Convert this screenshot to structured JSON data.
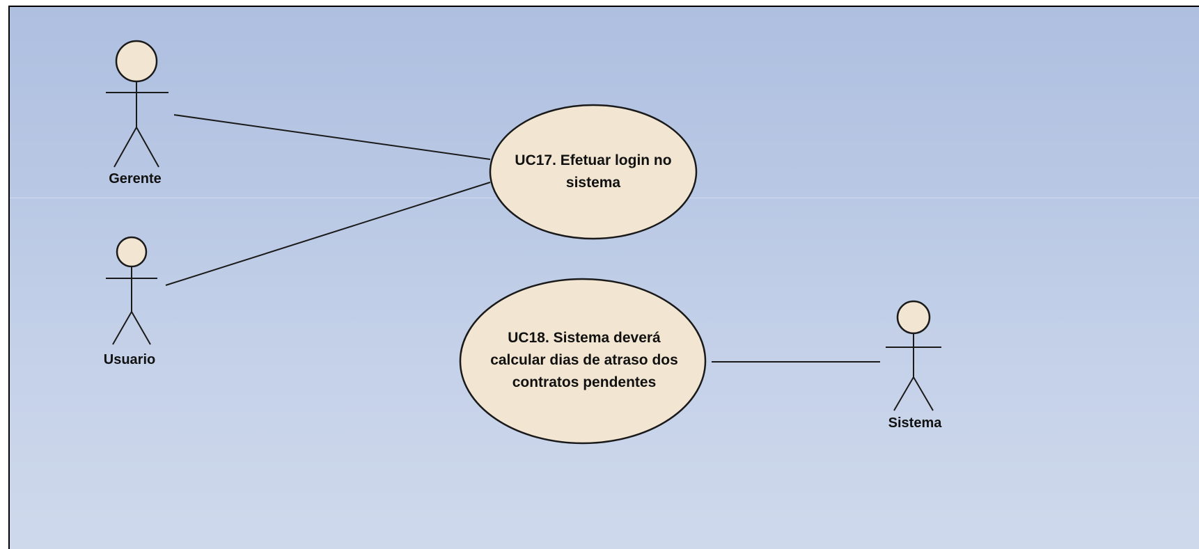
{
  "diagram": {
    "actors": [
      {
        "id": "gerente",
        "name": "Gerente"
      },
      {
        "id": "usuario",
        "name": "Usuario"
      },
      {
        "id": "sistema",
        "name": "Sistema"
      }
    ],
    "use_cases": [
      {
        "id": "uc17",
        "line1": "UC17. Efetuar login no",
        "line2": "sistema"
      },
      {
        "id": "uc18",
        "line1": "UC18. Sistema deverá",
        "line2": "calcular dias de atraso dos",
        "line3": "contratos pendentes"
      }
    ],
    "associations": [
      {
        "from": "gerente",
        "to": "uc17"
      },
      {
        "from": "usuario",
        "to": "uc17"
      },
      {
        "from": "sistema",
        "to": "uc18"
      }
    ],
    "colors": {
      "actor_fill": "#f2e6d2",
      "usecase_fill": "#f2e6d2",
      "stroke": "#1a1a1a"
    }
  }
}
